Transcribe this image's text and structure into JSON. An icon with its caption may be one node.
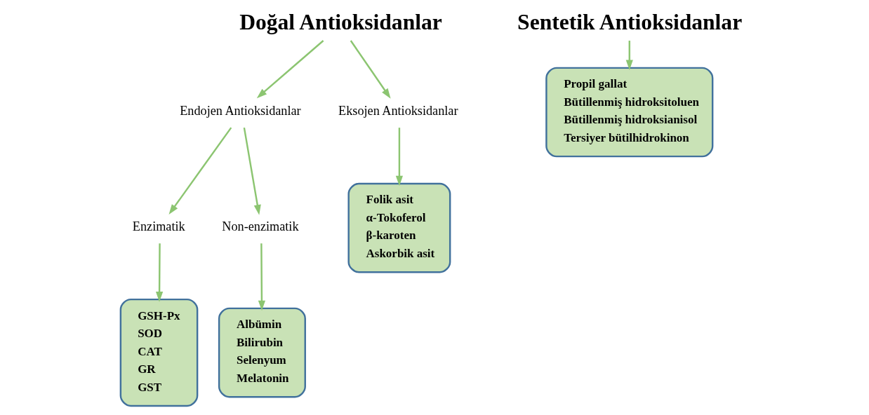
{
  "diagram": {
    "nodes": [
      {
        "text": [
          "Doğal Antioksidanlar"
        ]
      },
      {
        "text": [
          "Sentetik Antioksidanlar"
        ]
      },
      {
        "text": [
          "Endojen Antioksidanlar"
        ]
      },
      {
        "text": [
          "Eksojen Antioksidanlar"
        ]
      },
      {
        "text": [
          "Enzimatik"
        ]
      },
      {
        "text": [
          "Non-enzimatik"
        ]
      },
      {
        "text": [
          "GSH-Px",
          "SOD",
          "CAT",
          "GR",
          "GST"
        ]
      },
      {
        "text": [
          "Albümin",
          "Bilirubin",
          "Selenyum",
          "Melatonin"
        ]
      },
      {
        "text": [
          "Folik asit",
          "α-Tokoferol",
          "β-karoten",
          "Askorbik asit"
        ]
      },
      {
        "text": [
          "Propil gallat",
          "Bütillenmiş hidroksitoluen",
          "Bütillenmiş hidroksianisol",
          "Tersiyer bütilhidrokinon"
        ]
      }
    ],
    "edges": [
      {
        "from": 0,
        "to": 2,
        "arrow": "to"
      },
      {
        "from": 0,
        "to": 3,
        "arrow": "to"
      },
      {
        "from": 1,
        "to": 9,
        "arrow": "to"
      },
      {
        "from": 2,
        "to": 4,
        "arrow": "to"
      },
      {
        "from": 2,
        "to": 5,
        "arrow": "to"
      },
      {
        "from": 3,
        "to": 8,
        "arrow": "to"
      },
      {
        "from": 4,
        "to": 6,
        "arrow": "to"
      },
      {
        "from": 5,
        "to": 7,
        "arrow": "to"
      }
    ]
  }
}
